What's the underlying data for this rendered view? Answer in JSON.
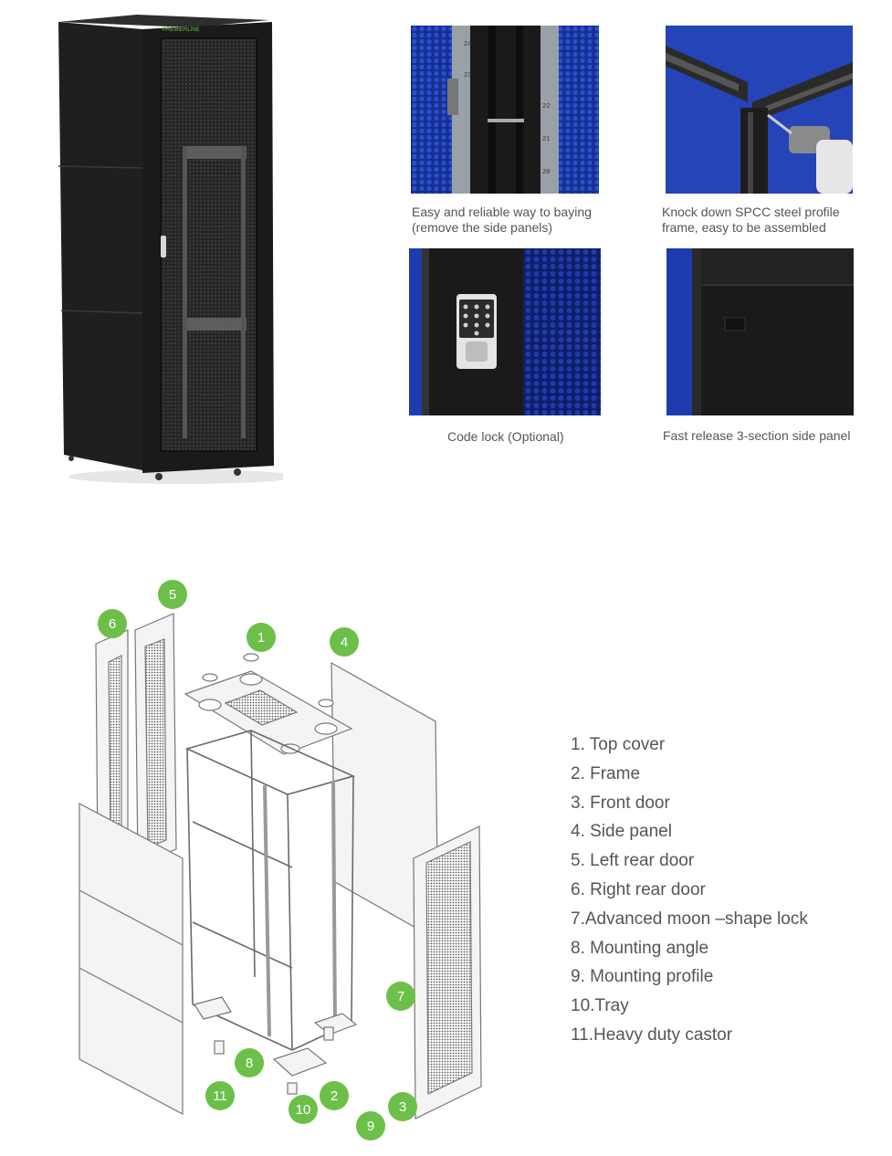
{
  "hero": {
    "brand_text": "PREMIERLINE"
  },
  "features": [
    {
      "id": "baying",
      "caption_line1": "Easy and reliable way to baying",
      "caption_line2": "(remove the side panels)",
      "icon": "rack-rail-photo"
    },
    {
      "id": "frame",
      "caption_line1": "Knock down SPCC steel profile",
      "caption_line2": "frame,  easy to be assembled",
      "icon": "steel-frame-photo"
    },
    {
      "id": "lock",
      "caption_line1": "Code lock (Optional)",
      "caption_line2": "",
      "icon": "code-lock-photo"
    },
    {
      "id": "panel",
      "caption_line1": "Fast release 3-section side panel",
      "caption_line2": "",
      "icon": "side-panel-photo"
    }
  ],
  "rail_numbers": [
    "24",
    "23",
    "22",
    "21",
    "20"
  ],
  "diagram": {
    "callouts": [
      "1",
      "2",
      "3",
      "4",
      "5",
      "6",
      "7",
      "8",
      "9",
      "10",
      "11"
    ]
  },
  "parts_legend": [
    "1. Top cover",
    "2. Frame",
    "3. Front door",
    "4. Side panel",
    "5. Left rear door",
    "6. Right rear door",
    "7.Advanced moon –shape lock",
    "8. Mounting angle",
    "9. Mounting profile",
    "10.Tray",
    "11.Heavy duty castor"
  ],
  "colors": {
    "accent_green": "#6cc04a",
    "cabinet_black": "#1e1e1e",
    "perforation_blue": "#1e3fb4",
    "line_grey": "#8a8a8a"
  }
}
